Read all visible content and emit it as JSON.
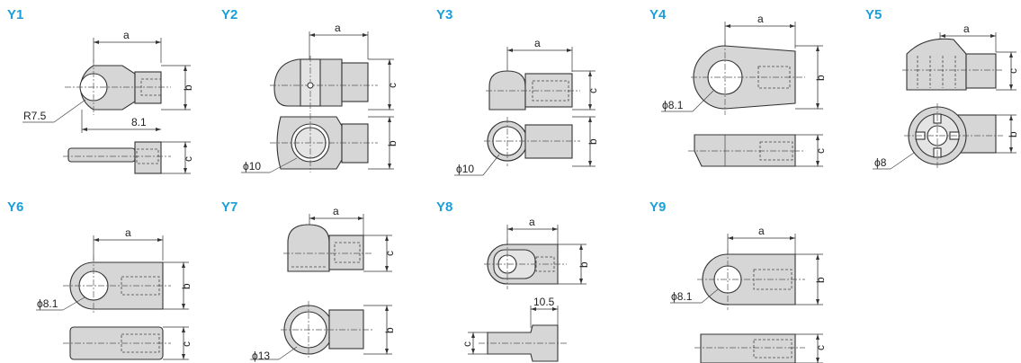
{
  "accent_color": "#1a9fd9",
  "panels": [
    {
      "id": "Y1",
      "dims": {
        "a": "a",
        "b": "b",
        "c": "c",
        "radius": "R7.5",
        "len": "8.1"
      }
    },
    {
      "id": "Y2",
      "dims": {
        "a": "a",
        "b": "b",
        "c": "c",
        "dia": "ϕ10"
      }
    },
    {
      "id": "Y3",
      "dims": {
        "a": "a",
        "b": "b",
        "c": "c",
        "dia": "ϕ10"
      }
    },
    {
      "id": "Y4",
      "dims": {
        "a": "a",
        "b": "b",
        "c": "c",
        "dia": "ϕ8.1"
      }
    },
    {
      "id": "Y5",
      "dims": {
        "a": "a",
        "b": "b",
        "c": "c",
        "dia": "ϕ8"
      }
    },
    {
      "id": "Y6",
      "dims": {
        "a": "a",
        "b": "b",
        "c": "c",
        "dia": "ϕ8.1"
      }
    },
    {
      "id": "Y7",
      "dims": {
        "a": "a",
        "b": "b",
        "c": "c",
        "dia": "ϕ13"
      }
    },
    {
      "id": "Y8",
      "dims": {
        "a": "a",
        "b": "b",
        "c": "c",
        "len": "10.5"
      }
    },
    {
      "id": "Y9",
      "dims": {
        "a": "a",
        "b": "b",
        "c": "c",
        "dia": "ϕ8.1"
      }
    }
  ]
}
